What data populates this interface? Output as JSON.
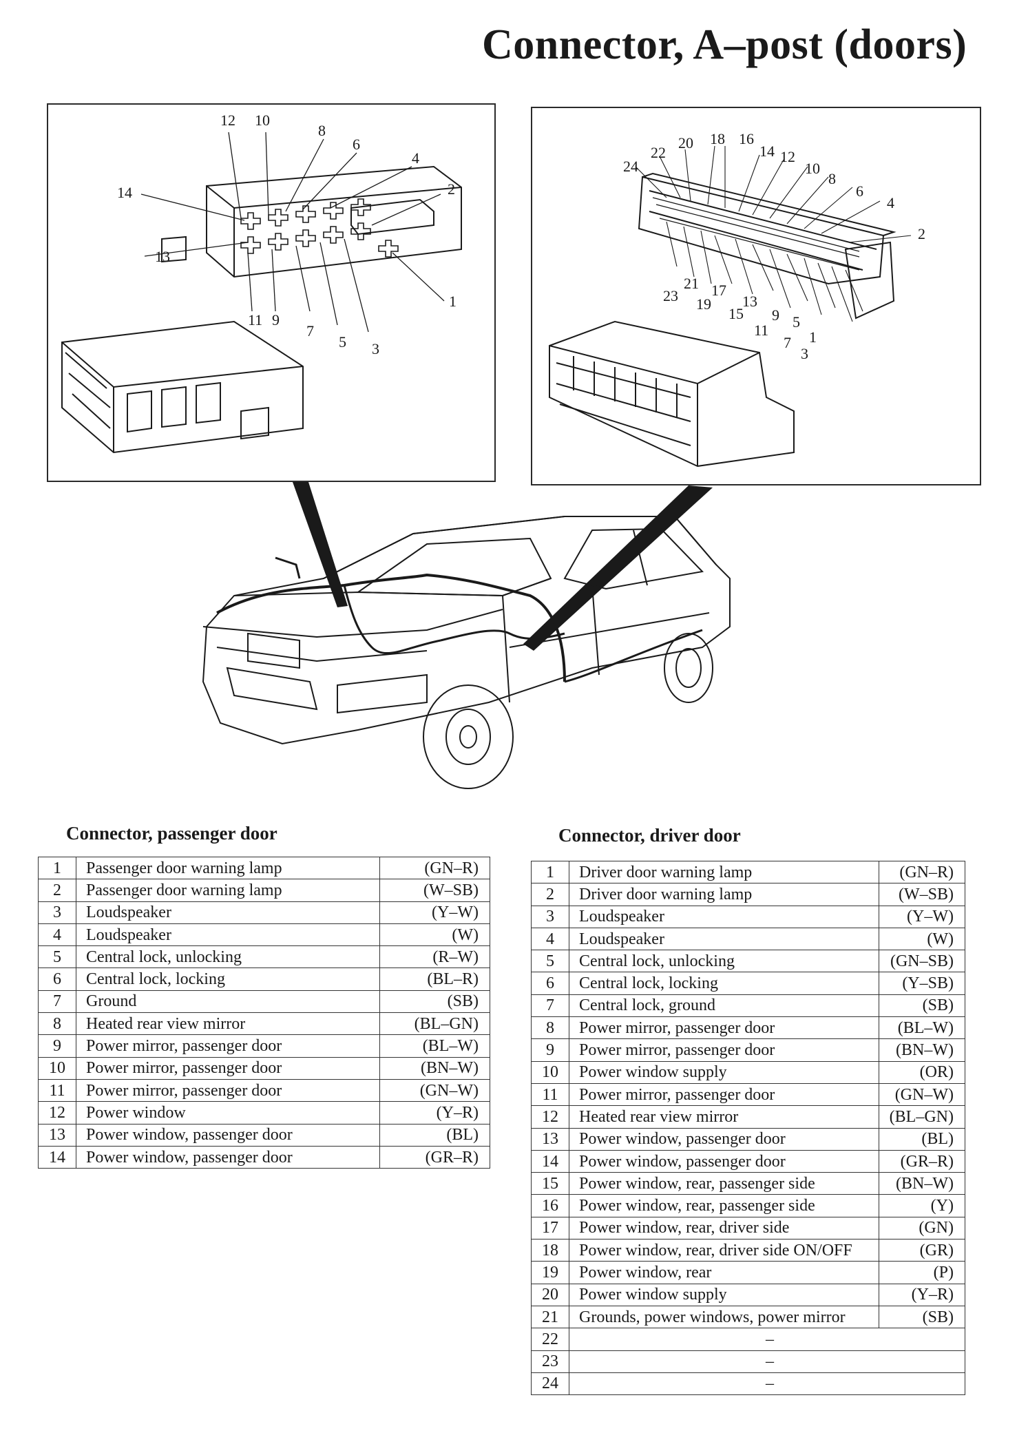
{
  "page_title": "Connector, A–post (doors)",
  "left_diagram": {
    "pin_labels_top": [
      "12",
      "10",
      "8",
      "6",
      "4",
      "2"
    ],
    "pin_labels_left": [
      "14",
      "13"
    ],
    "pin_labels_bottom": [
      "11",
      "9",
      "7",
      "5",
      "3",
      "1"
    ]
  },
  "right_diagram": {
    "pin_labels_top": [
      "24",
      "22",
      "20",
      "18",
      "16",
      "14",
      "12",
      "10",
      "8",
      "6",
      "4",
      "2"
    ],
    "pin_labels_bottom": [
      "23",
      "21",
      "19",
      "17",
      "15",
      "13",
      "11",
      "9",
      "7",
      "5",
      "3",
      "1"
    ]
  },
  "passenger_table": {
    "heading": "Connector, passenger door",
    "rows": [
      {
        "num": "1",
        "desc": "Passenger door warning lamp",
        "code": "(GN–R)"
      },
      {
        "num": "2",
        "desc": "Passenger door warning lamp",
        "code": "(W–SB)"
      },
      {
        "num": "3",
        "desc": "Loudspeaker",
        "code": "(Y–W)"
      },
      {
        "num": "4",
        "desc": "Loudspeaker",
        "code": "(W)"
      },
      {
        "num": "5",
        "desc": "Central lock, unlocking",
        "code": "(R–W)"
      },
      {
        "num": "6",
        "desc": "Central lock, locking",
        "code": "(BL–R)"
      },
      {
        "num": "7",
        "desc": "Ground",
        "code": "(SB)"
      },
      {
        "num": "8",
        "desc": "Heated rear view mirror",
        "code": "(BL–GN)"
      },
      {
        "num": "9",
        "desc": "Power mirror, passenger door",
        "code": "(BL–W)"
      },
      {
        "num": "10",
        "desc": "Power mirror, passenger door",
        "code": "(BN–W)"
      },
      {
        "num": "11",
        "desc": "Power mirror, passenger door",
        "code": "(GN–W)"
      },
      {
        "num": "12",
        "desc": "Power window",
        "code": "(Y–R)"
      },
      {
        "num": "13",
        "desc": "Power window, passenger door",
        "code": "(BL)"
      },
      {
        "num": "14",
        "desc": "Power window, passenger door",
        "code": "(GR–R)"
      }
    ]
  },
  "driver_table": {
    "heading": "Connector, driver door",
    "rows": [
      {
        "num": "1",
        "desc": "Driver door warning lamp",
        "code": "(GN–R)"
      },
      {
        "num": "2",
        "desc": "Driver door warning lamp",
        "code": "(W–SB)"
      },
      {
        "num": "3",
        "desc": "Loudspeaker",
        "code": "(Y–W)"
      },
      {
        "num": "4",
        "desc": "Loudspeaker",
        "code": "(W)"
      },
      {
        "num": "5",
        "desc": "Central lock, unlocking",
        "code": "(GN–SB)"
      },
      {
        "num": "6",
        "desc": "Central lock, locking",
        "code": "(Y–SB)"
      },
      {
        "num": "7",
        "desc": "Central lock, ground",
        "code": "(SB)"
      },
      {
        "num": "8",
        "desc": "Power mirror, passenger door",
        "code": "(BL–W)"
      },
      {
        "num": "9",
        "desc": "Power mirror, passenger door",
        "code": "(BN–W)"
      },
      {
        "num": "10",
        "desc": "Power window supply",
        "code": "(OR)"
      },
      {
        "num": "11",
        "desc": "Power mirror, passenger door",
        "code": "(GN–W)"
      },
      {
        "num": "12",
        "desc": "Heated rear view mirror",
        "code": "(BL–GN)"
      },
      {
        "num": "13",
        "desc": "Power window, passenger door",
        "code": "(BL)"
      },
      {
        "num": "14",
        "desc": "Power window, passenger door",
        "code": "(GR–R)"
      },
      {
        "num": "15",
        "desc": "Power window, rear, passenger side",
        "code": "(BN–W)"
      },
      {
        "num": "16",
        "desc": "Power window, rear, passenger side",
        "code": "(Y)"
      },
      {
        "num": "17",
        "desc": "Power window, rear, driver side",
        "code": "(GN)"
      },
      {
        "num": "18",
        "desc": "Power window, rear, driver side ON/OFF",
        "code": "(GR)"
      },
      {
        "num": "19",
        "desc": "Power window, rear",
        "code": "(P)"
      },
      {
        "num": "20",
        "desc": "Power window supply",
        "code": "(Y–R)"
      },
      {
        "num": "21",
        "desc": "Grounds, power windows, power mirror",
        "code": "(SB)"
      },
      {
        "num": "22",
        "desc": "",
        "code": "–"
      },
      {
        "num": "23",
        "desc": "",
        "code": "–"
      },
      {
        "num": "24",
        "desc": "",
        "code": "–"
      }
    ]
  }
}
